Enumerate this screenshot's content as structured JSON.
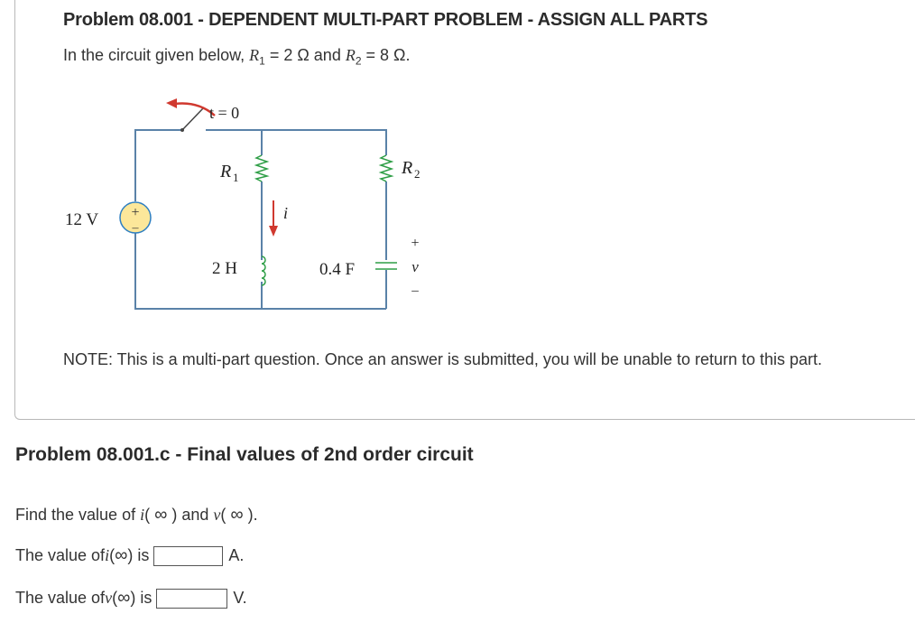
{
  "header": {
    "title": "Problem 08.001 - DEPENDENT MULTI-PART PROBLEM - ASSIGN ALL PARTS",
    "intro_prefix": "In the circuit given below, ",
    "r1_symbol": "R",
    "r1_sub": "1",
    "r1_value": " = 2 Ω and ",
    "r2_symbol": "R",
    "r2_sub": "2",
    "r2_value": " = 8 Ω."
  },
  "circuit": {
    "switch_label": "t = 0",
    "source_label": "12 V",
    "r1_label": "R",
    "r1_label_sub": "1",
    "r2_label": "R",
    "r2_label_sub": "2",
    "current_label": "i",
    "inductor_label": "2 H",
    "capacitor_label": "0.4 F",
    "voltage_label": "v",
    "plus_sign": "+",
    "minus_sign": "–",
    "wire_color": "#5a82a8",
    "component_color": "#2e9e46",
    "arrow_color": "#d0392f",
    "source_fill": "#fce79a"
  },
  "note": "NOTE: This is a multi-part question. Once an answer is submitted, you will be unable to return to this part.",
  "part": {
    "title": "Problem 08.001.c - Final values of 2nd order circuit",
    "question": {
      "prefix": "Find the value of ",
      "i_var": "i",
      "open": "( ",
      "inf": "∞",
      "close_and": " ) and ",
      "v_var": "v",
      "open2": "( ",
      "inf2": "∞",
      "close_end": " )."
    },
    "answers": [
      {
        "prefix": "The value of ",
        "var": "i",
        "open": "( ",
        "inf": "∞",
        "close": " ) is",
        "value": "",
        "unit": "A."
      },
      {
        "prefix": "The value of ",
        "var": "v",
        "open": "( ",
        "inf": "∞",
        "close": " ) is",
        "value": "",
        "unit": "V."
      }
    ]
  }
}
